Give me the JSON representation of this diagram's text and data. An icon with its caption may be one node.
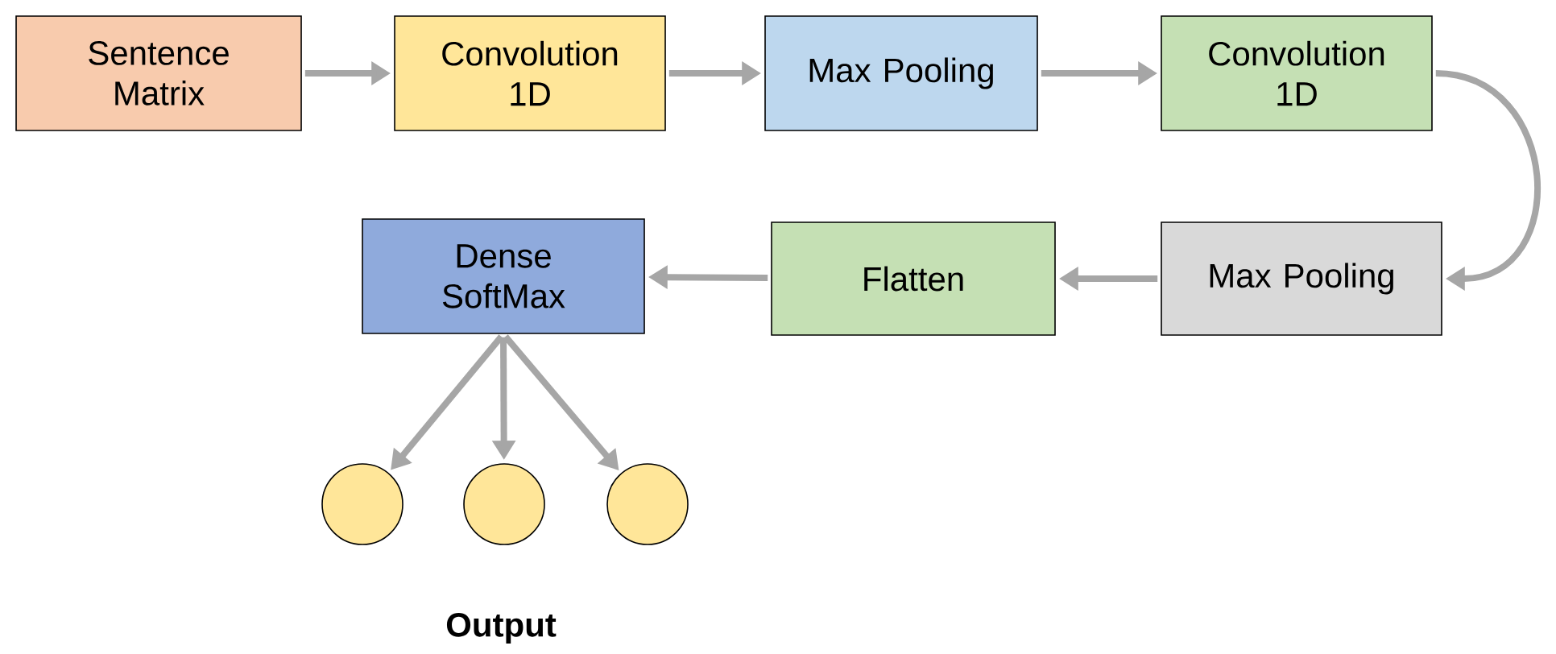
{
  "diagram": {
    "nodes": [
      {
        "text": [
          "Sentence Matrix"
        ]
      },
      {
        "text": [
          "Convolution 1D"
        ]
      },
      {
        "text": [
          "Max Pooling"
        ]
      },
      {
        "text": [
          "Convolution 1D"
        ]
      },
      {
        "text": [
          "Max Pooling"
        ]
      },
      {
        "text": [
          "Flatten"
        ]
      },
      {
        "text": [
          "Dense SoftMax"
        ]
      },
      {
        "text": [],
        "shape": "circle"
      },
      {
        "text": [],
        "shape": "circle"
      },
      {
        "text": [],
        "shape": "circle"
      }
    ],
    "edges": [
      {
        "from": 0,
        "to": 1,
        "arrow": "to"
      },
      {
        "from": 1,
        "to": 2,
        "arrow": "to"
      },
      {
        "from": 2,
        "to": 3,
        "arrow": "to"
      },
      {
        "from": 3,
        "to": 4,
        "arrow": "to"
      },
      {
        "from": 4,
        "to": 5,
        "arrow": "to"
      },
      {
        "from": 5,
        "to": 6,
        "arrow": "to"
      },
      {
        "from": 6,
        "to": 7,
        "arrow": "to"
      },
      {
        "from": 6,
        "to": 8,
        "arrow": "to"
      },
      {
        "from": 6,
        "to": 9,
        "arrow": "to"
      }
    ],
    "labels": [
      "Output"
    ]
  }
}
